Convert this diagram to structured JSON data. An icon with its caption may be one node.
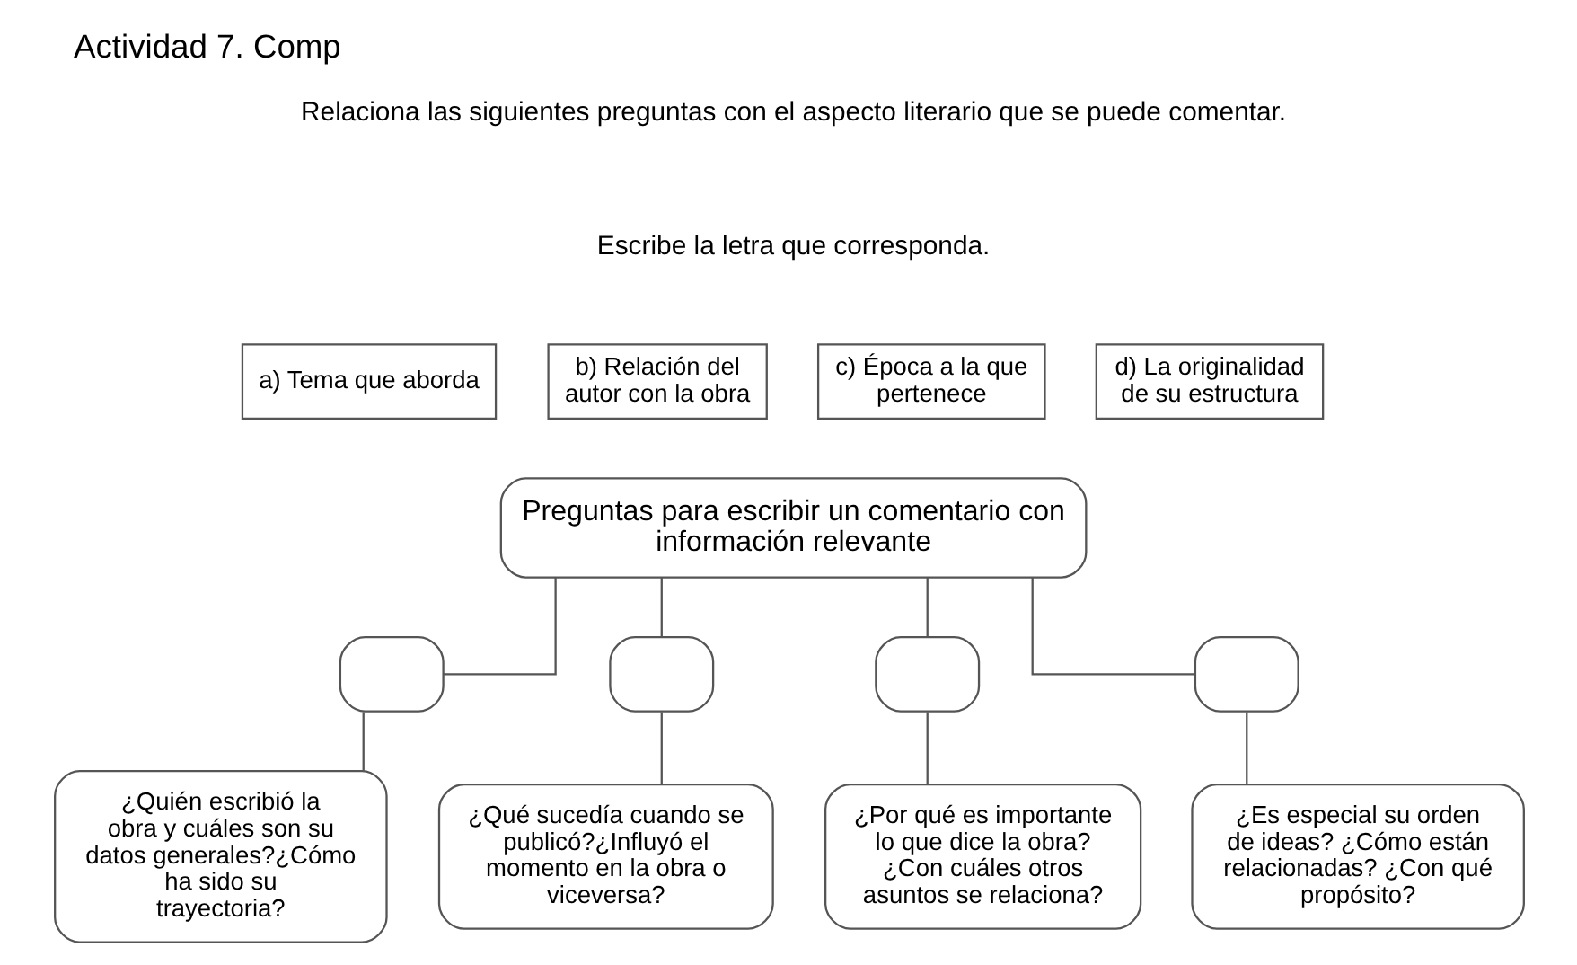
{
  "diagram": {
    "title": "Actividad 7. Comp",
    "nodes": [
      {
        "text": [
          "Preguntas para escribir un comentario con información relevante"
        ]
      },
      {
        "text": [],
        "shape": "box"
      },
      {
        "text": [],
        "shape": "box"
      },
      {
        "text": [],
        "shape": "box"
      },
      {
        "text": [],
        "shape": "box"
      },
      {
        "text": [
          "¿Quién escribió la obra y cuáles son su datos generales?¿Cómo ha sido su trayectoria?"
        ]
      },
      {
        "text": [
          "¿Qué sucedía cuando se publicó?¿Influyó el momento en la obra o viceversa?"
        ]
      },
      {
        "text": [
          "¿Por qué es importante lo que dice la obra? ¿Con cuáles otros asuntos se relaciona?"
        ]
      },
      {
        "text": [
          "¿Es especial su orden de ideas? ¿Cómo están relacionadas? ¿Con qué propósito?"
        ]
      }
    ],
    "edges": [
      {
        "from": 0,
        "to": 1,
        "arrow": "none"
      },
      {
        "from": 0,
        "to": 2,
        "arrow": "none"
      },
      {
        "from": 0,
        "to": 3,
        "arrow": "none"
      },
      {
        "from": 0,
        "to": 4,
        "arrow": "none"
      },
      {
        "from": 1,
        "to": 5,
        "arrow": "none"
      },
      {
        "from": 2,
        "to": 6,
        "arrow": "none"
      },
      {
        "from": 3,
        "to": 7,
        "arrow": "none"
      },
      {
        "from": 4,
        "to": 8,
        "arrow": "none"
      }
    ],
    "labels": [
      "Relaciona las siguientes preguntas con el aspecto literario que se puede comentar.",
      "Escribe la letra que corresponda.",
      "a) Tema que aborda",
      "b) Relación del autor con la obra",
      "c) Época a la que pertenece",
      "d) La originalidad de su estructura"
    ]
  }
}
